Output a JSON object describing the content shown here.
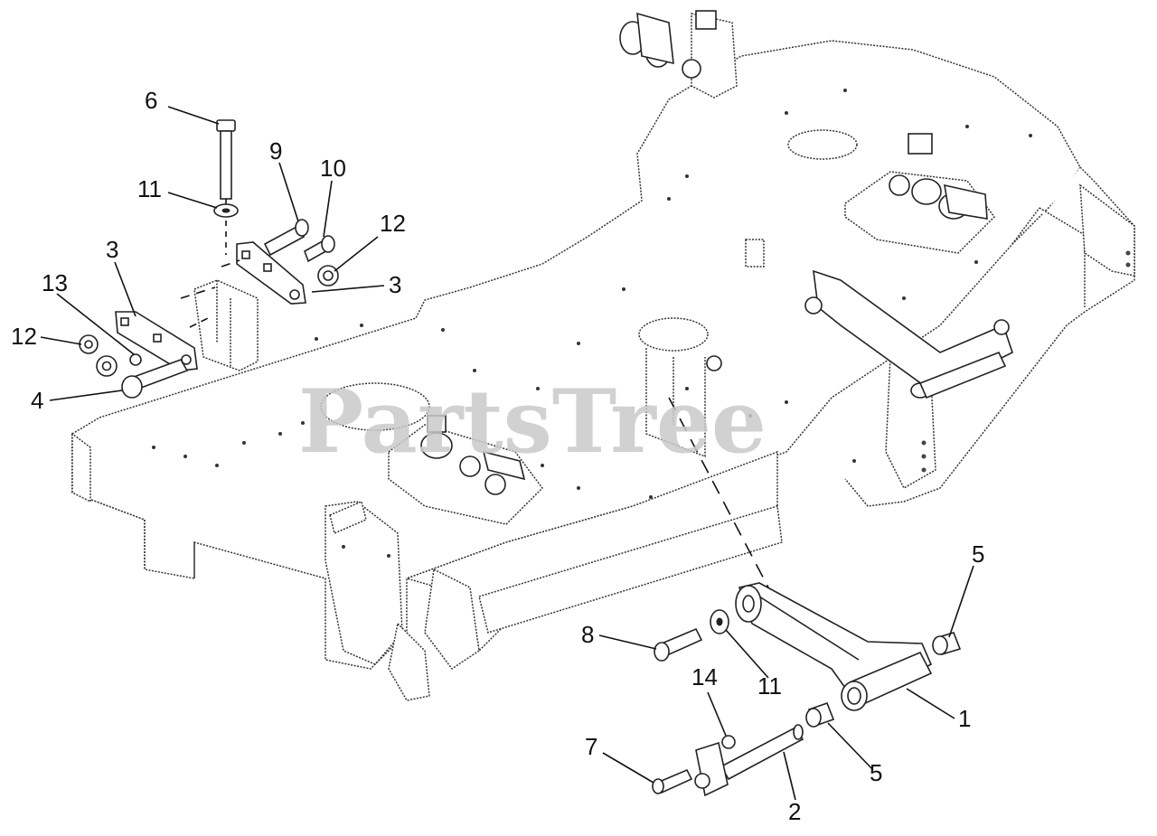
{
  "watermark": "PartsTree",
  "callouts": [
    {
      "id": "c6",
      "label": "6"
    },
    {
      "id": "c9",
      "label": "9"
    },
    {
      "id": "c10",
      "label": "10"
    },
    {
      "id": "c11a",
      "label": "11"
    },
    {
      "id": "c12a",
      "label": "12"
    },
    {
      "id": "c3a",
      "label": "3"
    },
    {
      "id": "c3b",
      "label": "3"
    },
    {
      "id": "c13",
      "label": "13"
    },
    {
      "id": "c12b",
      "label": "12"
    },
    {
      "id": "c4",
      "label": "4"
    },
    {
      "id": "c5a",
      "label": "5"
    },
    {
      "id": "c8",
      "label": "8"
    },
    {
      "id": "c11b",
      "label": "11"
    },
    {
      "id": "c14",
      "label": "14"
    },
    {
      "id": "c1",
      "label": "1"
    },
    {
      "id": "c7",
      "label": "7"
    },
    {
      "id": "c5b",
      "label": "5"
    },
    {
      "id": "c2",
      "label": "2"
    }
  ]
}
